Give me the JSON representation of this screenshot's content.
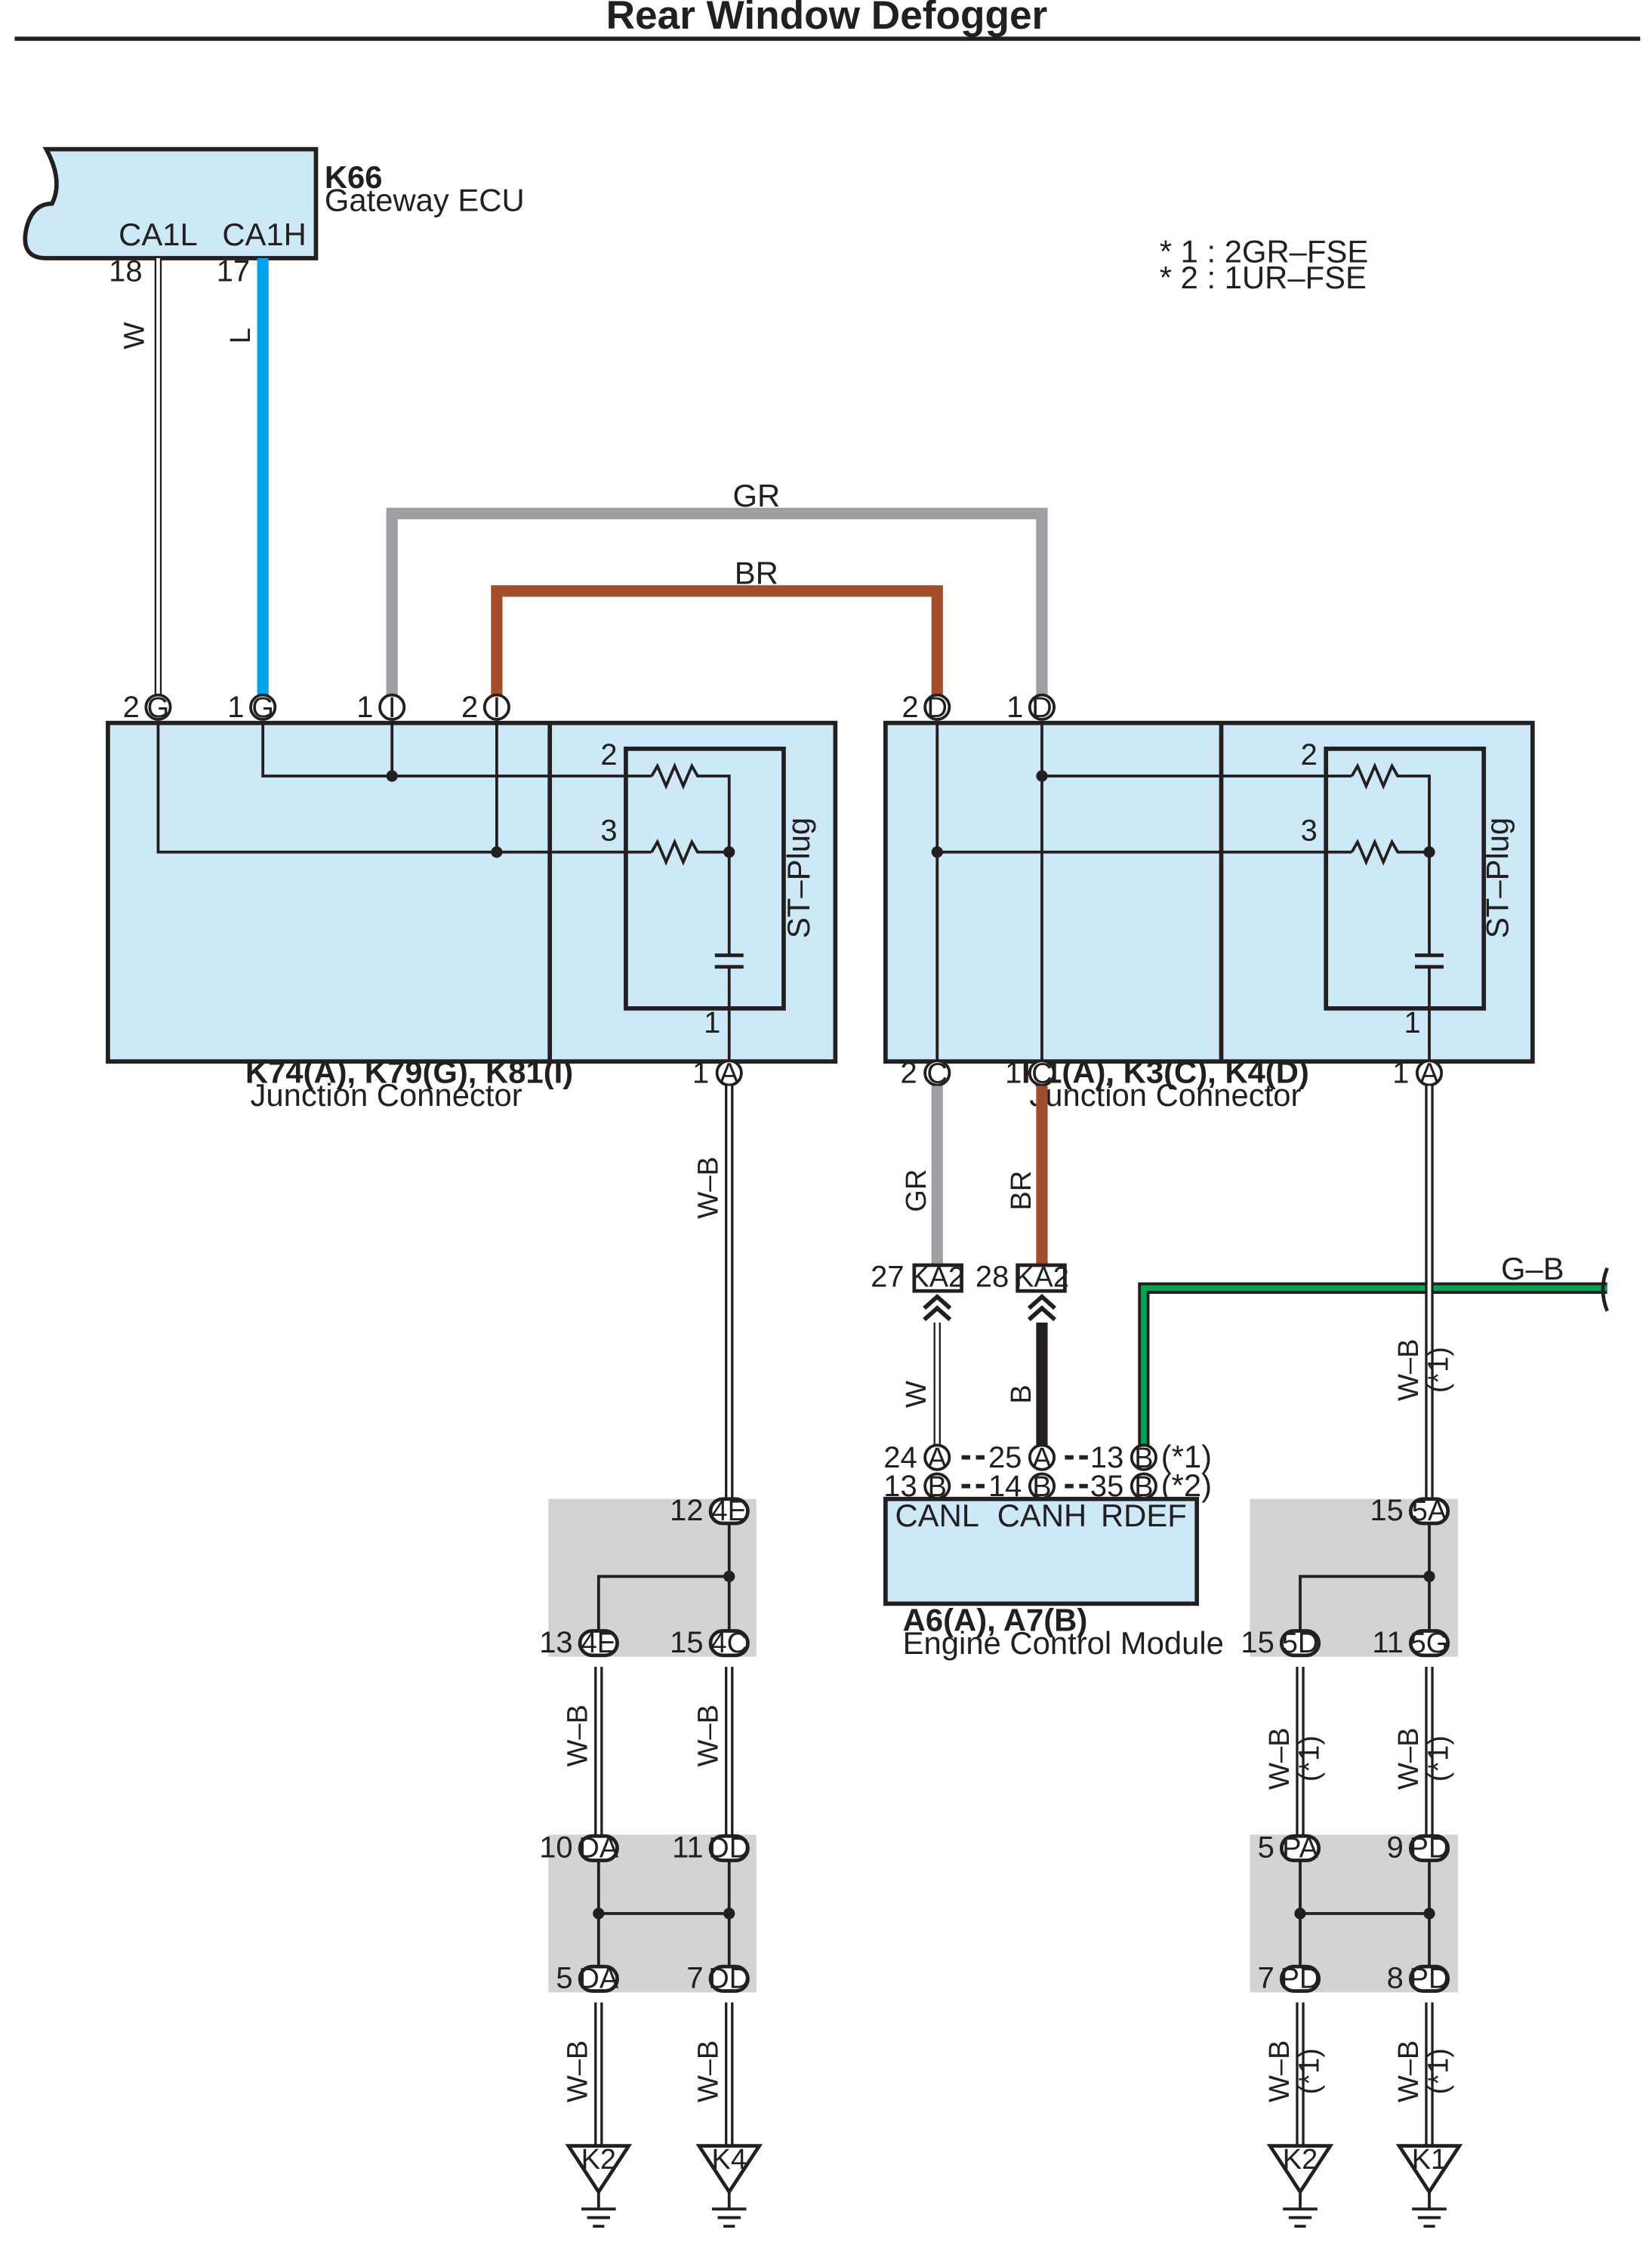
{
  "title": "Rear Window Defogger",
  "legend": [
    "* 1 : 2GR–FSE",
    "* 2 : 1UR–FSE"
  ],
  "components": {
    "gateway_ecu": {
      "code": "K66",
      "name": "Gateway ECU",
      "pin_ca1l": "CA1L",
      "pin_ca1h": "CA1H",
      "num_ca1l": "18",
      "num_ca1h": "17"
    },
    "junction_left": {
      "code": "K74(A), K79(G), K81(I)",
      "name": "Junction Connector",
      "plug": "ST–Plug"
    },
    "junction_right": {
      "code": "K1(A), K3(C), K4(D)",
      "name": "Junction Connector",
      "plug": "ST–Plug"
    },
    "ecm": {
      "code": "A6(A), A7(B)",
      "name": "Engine Control Module",
      "pin_canl": "CANL",
      "pin_canh": "CANH",
      "pin_rdef": "RDEF"
    },
    "connector_ka2": "KA2"
  },
  "wires": {
    "w": "W",
    "l": "L",
    "gr": "GR",
    "br": "BR",
    "wb": "W–B",
    "b": "B",
    "gb": "G–B",
    "note1": "(*1)",
    "note2": "(*2)"
  },
  "colors": {
    "box_fill": "#cde9f7",
    "grey_fill": "#d1d3d4",
    "wire_blue": "#00a3e9",
    "wire_grey": "#9d9fa2",
    "wire_brown": "#a44d2c",
    "wire_green": "#00a651",
    "wire_black": "#231f20"
  },
  "grounds": [
    "K2",
    "K4",
    "K2",
    "K1"
  ]
}
